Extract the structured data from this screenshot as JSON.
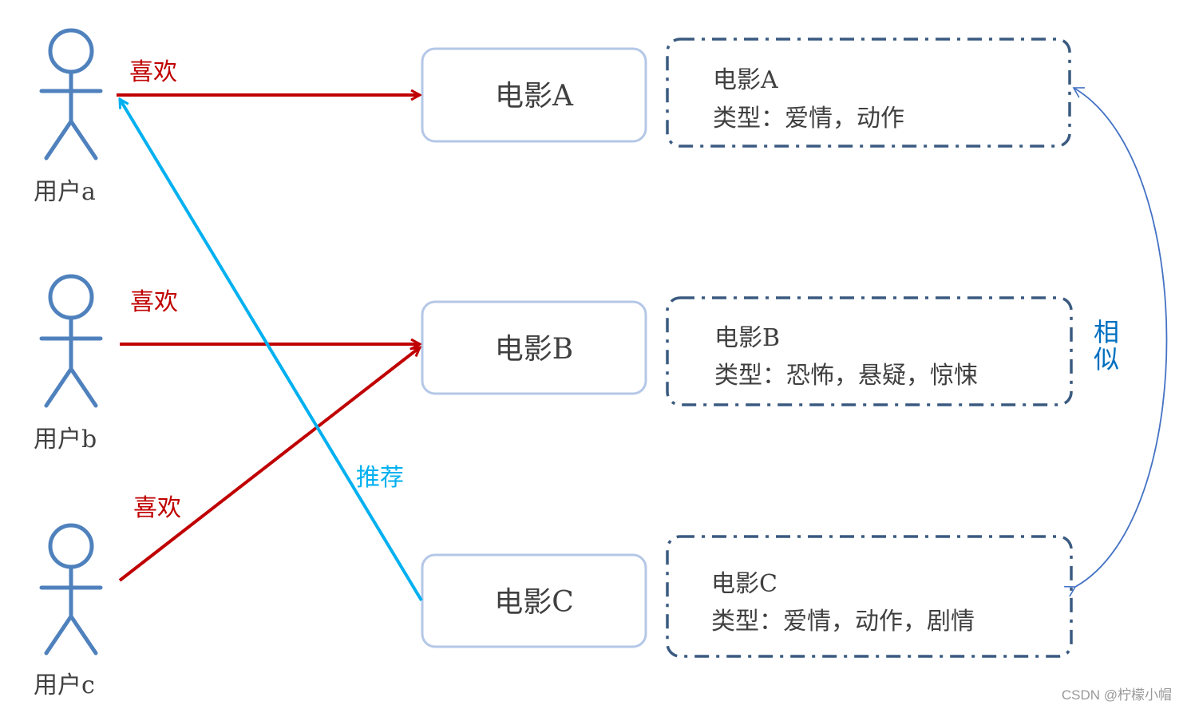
{
  "users": [
    {
      "label": "用户a"
    },
    {
      "label": "用户b"
    },
    {
      "label": "用户c"
    }
  ],
  "movies": [
    {
      "label": "电影A",
      "title": "电影A",
      "genres": "类型：爱情，动作"
    },
    {
      "label": "电影B",
      "title": "电影B",
      "genres": "类型：恐怖，悬疑，惊悚"
    },
    {
      "label": "电影C",
      "title": "电影C",
      "genres": "类型：爱情，动作，剧情"
    }
  ],
  "edges": {
    "like_label": "喜欢",
    "recommend_label": "推荐",
    "similar_label_line1": "相",
    "similar_label_line2": "似"
  },
  "watermark": "CSDN @柠檬小帽",
  "colors": {
    "actor": "#4f81bd",
    "like": "#c00000",
    "recommend": "#00b0f0",
    "similar": "#4472c4",
    "movie_border": "#b4c7e7",
    "info_border": "#3a5a80",
    "movie_text": "#404040",
    "label_text": "#404040"
  }
}
